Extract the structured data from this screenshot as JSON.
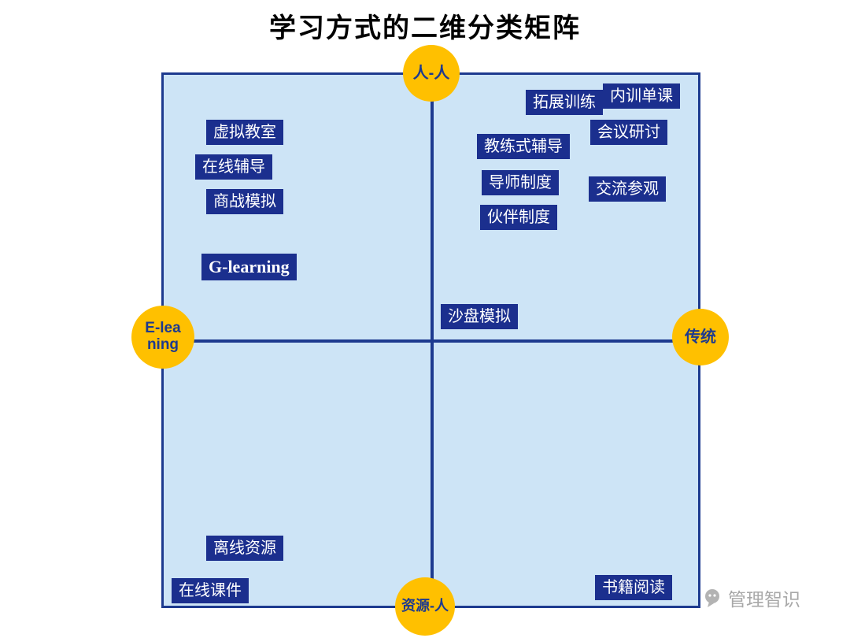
{
  "title": "学习方式的二维分类矩阵",
  "axis_labels": {
    "top": "人-人",
    "bottom": "资源-人",
    "left": "E-lea\nning",
    "right": "传统"
  },
  "items": [
    {
      "label": "虚拟教室",
      "quadrant": "top-left"
    },
    {
      "label": "在线辅导",
      "quadrant": "top-left"
    },
    {
      "label": "商战模拟",
      "quadrant": "top-left"
    },
    {
      "label": "G-learning",
      "quadrant": "top-left"
    },
    {
      "label": "拓展训练",
      "quadrant": "top-right"
    },
    {
      "label": "内训单课",
      "quadrant": "top-right"
    },
    {
      "label": "会议研讨",
      "quadrant": "top-right"
    },
    {
      "label": "教练式辅导",
      "quadrant": "top-right"
    },
    {
      "label": "导师制度",
      "quadrant": "top-right"
    },
    {
      "label": "交流参观",
      "quadrant": "top-right"
    },
    {
      "label": "伙伴制度",
      "quadrant": "top-right"
    },
    {
      "label": "沙盘模拟",
      "quadrant": "center-right"
    },
    {
      "label": "离线资源",
      "quadrant": "bottom-left"
    },
    {
      "label": "在线课件",
      "quadrant": "bottom-left"
    },
    {
      "label": "书籍阅读",
      "quadrant": "bottom-right"
    }
  ],
  "watermark": {
    "label": "管理智识",
    "icon": "speech-bubble-icon"
  },
  "colors": {
    "matrix_fill": "#cde4f6",
    "axis": "#1d3a8f",
    "tag_bg": "#1b2f8e",
    "tag_text": "#ffffff",
    "circle_fill": "#ffc000",
    "circle_text": "#1d3a8f",
    "title_text": "#000000",
    "watermark_text": "#a8a8a8"
  }
}
